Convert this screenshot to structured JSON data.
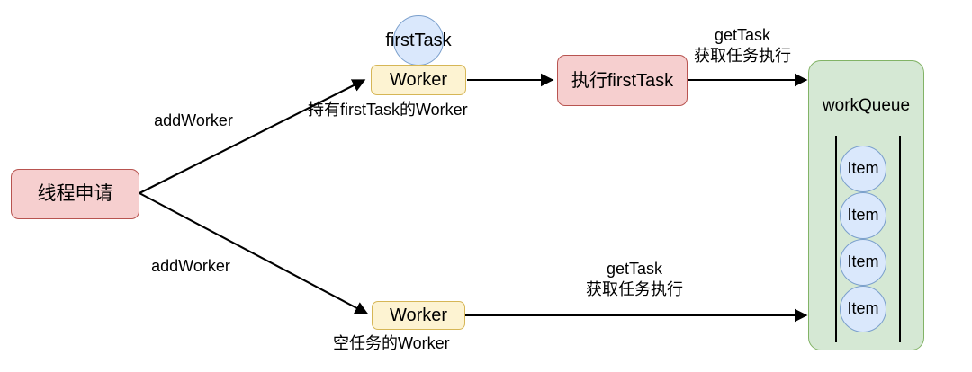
{
  "diagram": {
    "title": "Thread pool worker / workQueue flow",
    "colors": {
      "pink_fill": "#f6cfcf",
      "pink_stroke": "#b85450",
      "yellow_fill": "#fdf3d2",
      "yellow_stroke": "#d6b656",
      "green_fill": "#d5e8d4",
      "green_stroke": "#82b366",
      "blue_fill": "#dae8fc",
      "blue_stroke": "#7a9fcc",
      "edge": "#000000",
      "text": "#000000",
      "background": "#ffffff"
    },
    "nodes": {
      "thread_request": {
        "label": "线程申请",
        "shape": "rounded-rect",
        "fill": "pink"
      },
      "first_task_circle": {
        "label": "firstTask",
        "shape": "circle",
        "fill": "blue"
      },
      "worker_top": {
        "label": "Worker",
        "shape": "rounded-rect",
        "fill": "yellow"
      },
      "exec_first_task": {
        "label": "执行firstTask",
        "shape": "rounded-rect",
        "fill": "pink"
      },
      "worker_bottom": {
        "label": "Worker",
        "shape": "rounded-rect",
        "fill": "yellow"
      },
      "work_queue": {
        "label": "workQueue",
        "shape": "rounded-rect",
        "fill": "green"
      }
    },
    "queue_items": [
      {
        "label": "Item"
      },
      {
        "label": "Item"
      },
      {
        "label": "Item"
      },
      {
        "label": "Item"
      }
    ],
    "edge_labels": {
      "add_worker_top": "addWorker",
      "add_worker_bottom": "addWorker",
      "get_task_top_line1": "getTask",
      "get_task_top_line2": "获取任务执行",
      "get_task_bottom_line1": "getTask",
      "get_task_bottom_line2": "获取任务执行"
    },
    "annotations": {
      "worker_top_caption": "持有firstTask的Worker",
      "worker_bottom_caption": "空任务的Worker"
    }
  }
}
